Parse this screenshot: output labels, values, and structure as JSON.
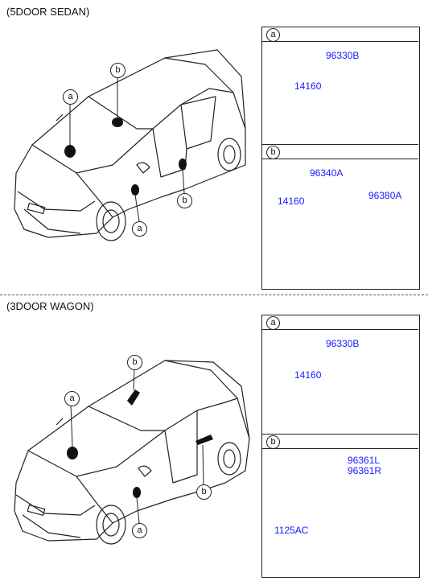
{
  "sections": [
    {
      "title": "(5DOOR SEDAN)",
      "callouts": [
        "b",
        "a",
        "b",
        "a"
      ],
      "panels": [
        {
          "letter": "a",
          "parts": [
            "96330B",
            "14160"
          ]
        },
        {
          "letter": "b",
          "parts": [
            "96340A",
            "14160",
            "96380A"
          ]
        }
      ]
    },
    {
      "title": "(3DOOR WAGON)",
      "callouts": [
        "b",
        "a",
        "b",
        "a"
      ],
      "panels": [
        {
          "letter": "a",
          "parts": [
            "96330B",
            "14160"
          ]
        },
        {
          "letter": "b",
          "parts": [
            "96361L",
            "96361R",
            "1125AC"
          ]
        }
      ]
    }
  ]
}
